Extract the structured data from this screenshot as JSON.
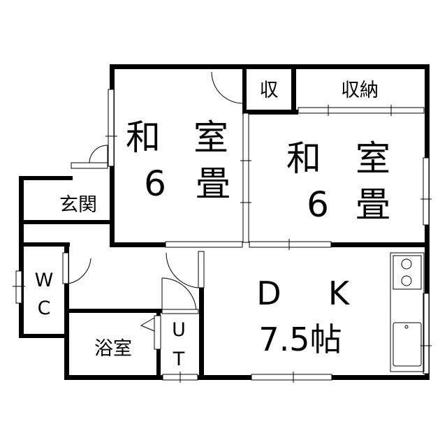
{
  "rooms": {
    "washitsu1": {
      "kind1": "和",
      "kind2": "室",
      "size": "6",
      "unit": "畳"
    },
    "washitsu2": {
      "kind1": "和",
      "kind2": "室",
      "size": "6",
      "unit": "畳"
    },
    "genkan": "玄関",
    "shu": "収",
    "shuno": "収納",
    "wc": {
      "w": "W",
      "c": "C"
    },
    "bath": "浴室",
    "ut": {
      "u": "U",
      "t": "T"
    },
    "dk": {
      "d": "D",
      "k": "K",
      "size": "7.5帖"
    }
  }
}
